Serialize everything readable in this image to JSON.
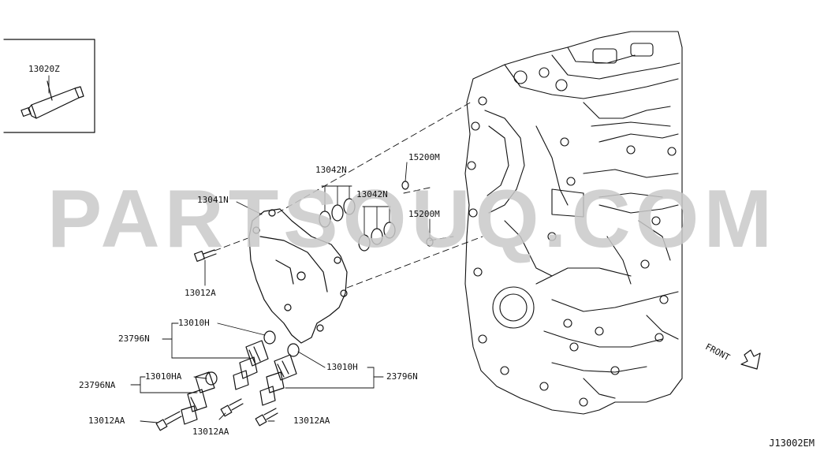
{
  "watermark": "PARTSOUQ.COM",
  "diagram_code": "J13002EM",
  "direction_label": "FRONT",
  "labels": {
    "sealant": "13020Z",
    "seal_ring_a": "13042N",
    "seal_ring_b": "13042N",
    "oring_a": "15200M",
    "oring_b": "15200M",
    "cover": "13041N",
    "cover_bolt": "13012A",
    "oring_upper": "13010H",
    "valve_a": "23796N",
    "oring_left": "13010HA",
    "valve_na": "23796NA",
    "oring_right": "13010H",
    "valve_b": "23796N",
    "bolt_a": "13012AA",
    "bolt_b": "13012AA",
    "bolt_c": "13012AA"
  }
}
